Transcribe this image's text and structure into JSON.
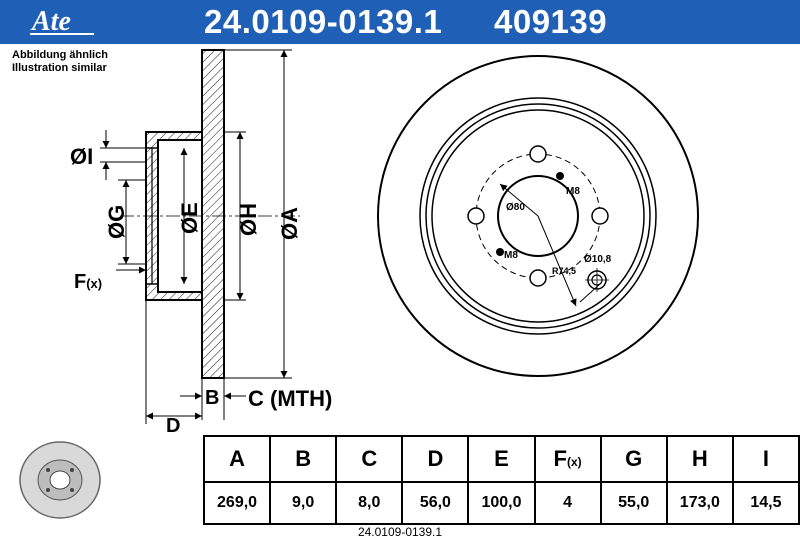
{
  "header": {
    "brand": "Ate",
    "part_number": "24.0109-0139.1",
    "reference_number": "409139",
    "background_color": "#1f5fb6"
  },
  "notes": {
    "line1": "Abbildung ähnlich",
    "line2": "Illustration similar"
  },
  "section_labels": {
    "I": "ØI",
    "G": "ØG",
    "E": "ØE",
    "H": "ØH",
    "A": "ØA",
    "F": "F",
    "F_suffix": "(x)",
    "B": "B",
    "C": "C (MTH)",
    "D": "D"
  },
  "front_labels": {
    "pcd": "Ø80",
    "thread_top": "M8",
    "thread_bottom": "M8",
    "radius": "R74,5",
    "hole": "Ø10,8"
  },
  "table": {
    "headers": [
      "A",
      "B",
      "C",
      "D",
      "E",
      "F",
      "G",
      "H",
      "I"
    ],
    "header_suffix_F": "(x)",
    "values": [
      "269,0",
      "9,0",
      "8,0",
      "56,0",
      "100,0",
      "4",
      "55,0",
      "173,0",
      "14,5"
    ]
  },
  "footer": {
    "part_number": "24.0109-0139.1"
  }
}
